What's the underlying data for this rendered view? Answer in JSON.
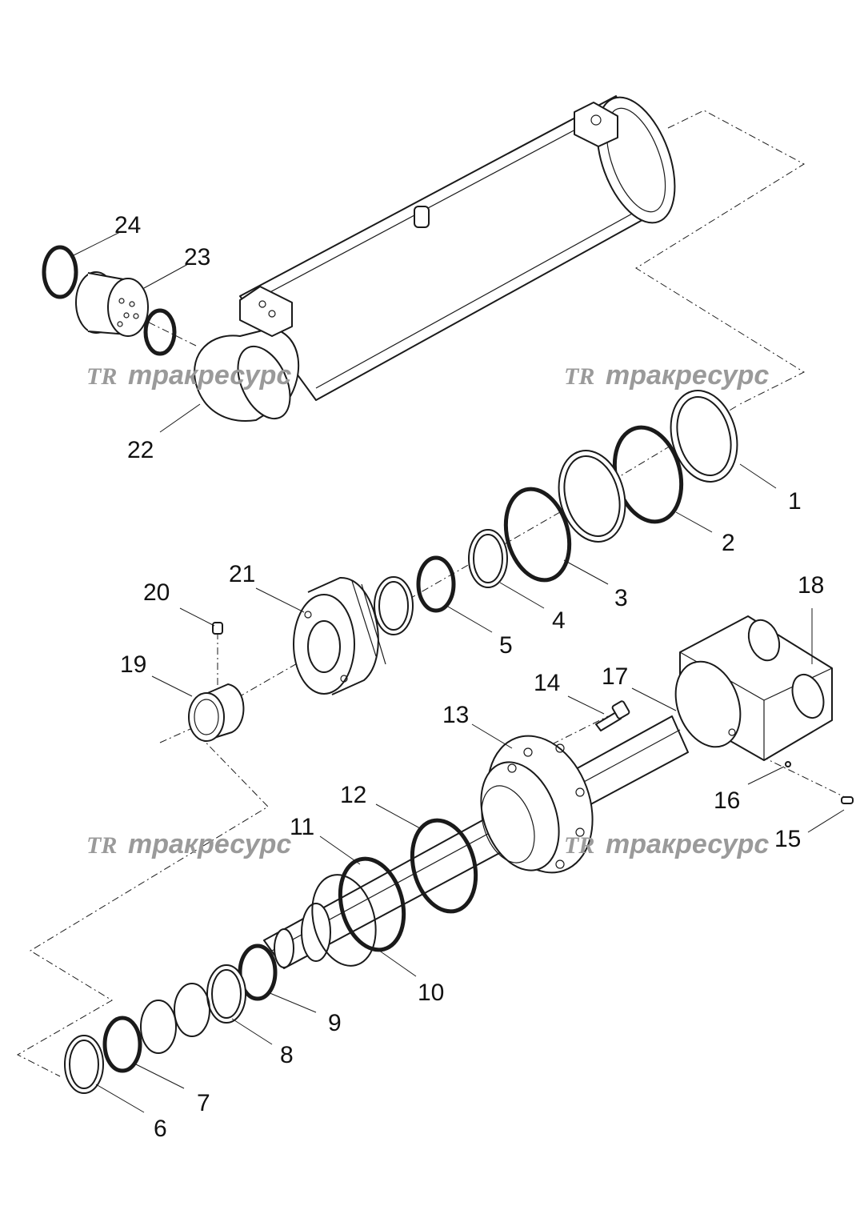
{
  "watermark": {
    "logo": "TR",
    "text": "тракресурс"
  },
  "callouts": [
    {
      "id": "1",
      "label": "1"
    },
    {
      "id": "2",
      "label": "2"
    },
    {
      "id": "3",
      "label": "3"
    },
    {
      "id": "4",
      "label": "4"
    },
    {
      "id": "5",
      "label": "5"
    },
    {
      "id": "6",
      "label": "6"
    },
    {
      "id": "7",
      "label": "7"
    },
    {
      "id": "8",
      "label": "8"
    },
    {
      "id": "9",
      "label": "9"
    },
    {
      "id": "10",
      "label": "10"
    },
    {
      "id": "11",
      "label": "11"
    },
    {
      "id": "12",
      "label": "12"
    },
    {
      "id": "13",
      "label": "13"
    },
    {
      "id": "14",
      "label": "14"
    },
    {
      "id": "15",
      "label": "15"
    },
    {
      "id": "16",
      "label": "16"
    },
    {
      "id": "17",
      "label": "17"
    },
    {
      "id": "18",
      "label": "18"
    },
    {
      "id": "19",
      "label": "19"
    },
    {
      "id": "20",
      "label": "20"
    },
    {
      "id": "21",
      "label": "21"
    },
    {
      "id": "22",
      "label": "22"
    },
    {
      "id": "23",
      "label": "23"
    },
    {
      "id": "24",
      "label": "24"
    }
  ]
}
